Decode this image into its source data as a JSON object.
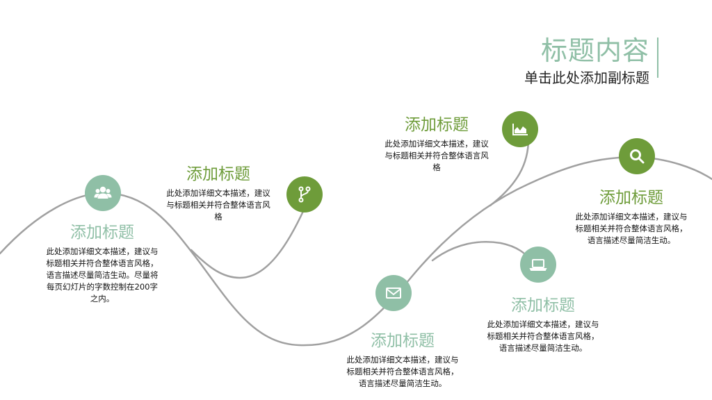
{
  "header": {
    "title": "标题内容",
    "subtitle": "单击此处添加副标题"
  },
  "colors": {
    "teal": "#8fbfa6",
    "olive": "#6e9c3a",
    "curve": "#a0a0a0"
  },
  "items": [
    {
      "title": "添加标题",
      "desc": "此处添加详细文本描述，建议与标题相关并符合整体语言风格，语言描述尽量简洁生动。尽量将每页幻灯片的字数控制在200字之内。",
      "icon": "users-icon"
    },
    {
      "title": "添加标题",
      "desc": "此处添加详细文本描述，建议与标题相关并符合整体语言风格",
      "icon": "branch-icon"
    },
    {
      "title": "添加标题",
      "desc": "此处添加详细文本描述，建议与标题相关并符合整体语言风格，语言描述尽量简洁生动。",
      "icon": "mail-icon"
    },
    {
      "title": "添加标题",
      "desc": "此处添加详细文本描述，建议与标题相关并符合整体语言风格",
      "icon": "area-chart-icon"
    },
    {
      "title": "添加标题",
      "desc": "此处添加详细文本描述，建议与标题相关并符合整体语言风格，语言描述尽量简洁生动。",
      "icon": "laptop-icon"
    },
    {
      "title": "添加标题",
      "desc": "此处添加详细文本描述，建议与标题相关并符合整体语言风格，语言描述尽量简洁生动。",
      "icon": "search-icon"
    }
  ]
}
